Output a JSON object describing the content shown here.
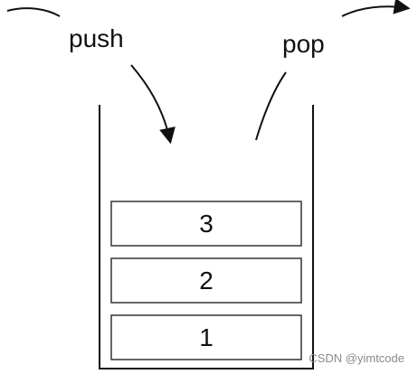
{
  "labels": {
    "push": "push",
    "pop": "pop"
  },
  "stack": {
    "items": [
      {
        "label": "3"
      },
      {
        "label": "2"
      },
      {
        "label": "1"
      }
    ]
  },
  "watermark": "CSDN @yimtcode",
  "colors": {
    "stroke": "#111111",
    "box_border": "#333333",
    "watermark": "#8a8a8a"
  }
}
